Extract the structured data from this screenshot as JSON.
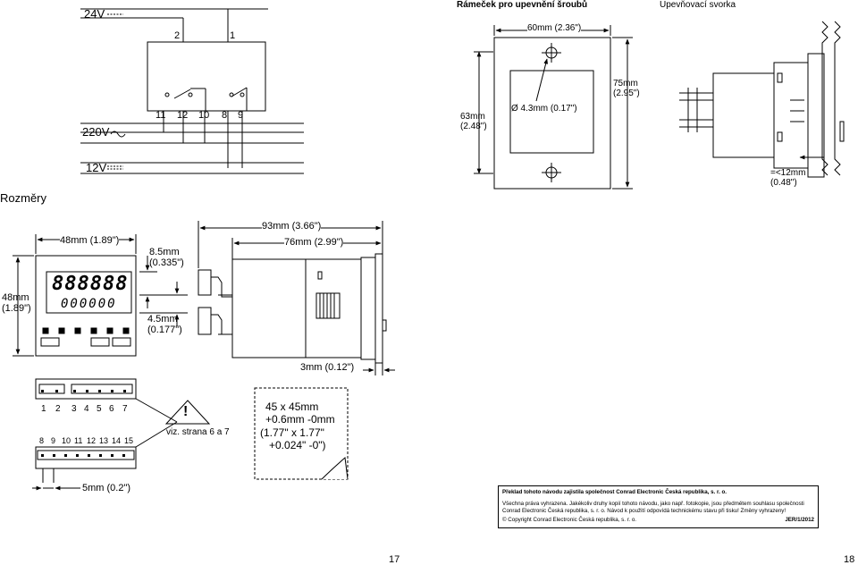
{
  "headings": {
    "frame": "Rámeček pro upevnění šroubů",
    "clamp": "Upevňovací svorka",
    "dimensions": "Rozměry"
  },
  "wiring": {
    "v24": "24V",
    "v220": "220V",
    "v12": "12V",
    "terminal_2": "2",
    "terminal_1": "1",
    "terminals_bottom": [
      "11",
      "12",
      "10",
      "8",
      "9"
    ]
  },
  "frame_dims": {
    "width": "60mm (2.36\")",
    "height": "63mm\n(2.48\")",
    "hole": "Ø 4.3mm (0.17\")",
    "outer_height": "75mm\n(2.95\")",
    "depth": "=<12mm\n(0.48\")"
  },
  "front_view": {
    "width": "48mm (1.89\")",
    "height": "48mm\n(1.89\")",
    "display_top": "888888",
    "display_bottom": "000000",
    "gap_top": "8.5mm\n(0.335\")",
    "gap_bottom": "4.5mm\n(0.177\")"
  },
  "side_view": {
    "total_depth": "93mm (3.66\")",
    "body_depth": "76mm (2.99\")",
    "front_thickness": "3mm (0.12\")"
  },
  "terminal_block": {
    "top_numbers": [
      "1",
      "2",
      "3",
      "4",
      "5",
      "6",
      "7"
    ],
    "bottom_numbers": [
      "8",
      "9",
      "10",
      "11",
      "12",
      "13",
      "14",
      "15"
    ],
    "pitch": "5mm (0.2\")",
    "see_note": "viz. strana 6 a 7"
  },
  "cutout": {
    "line1": "45 x 45mm",
    "line2": "+0.6mm -0mm",
    "line3": "(1.77\" x 1.77\"",
    "line4": "+0.024\" -0\")"
  },
  "footer": {
    "line1": "Překlad tohoto návodu zajistila společnost Conrad Electronic  Česká republika, s. r. o.",
    "line2": "Všechna práva vyhrazena. Jakékoliv druhy kopií tohoto návodu, jako např. fotokopie, jsou předmětem souhlasu společnosti",
    "line3": "Conrad Electronic Česká republika, s. r. o.  Návod k použití odpovídá technickému stavu při tisku! Změny vyhrazeny!",
    "line4": "© Copyright Conrad Electronic Česká republika, s. r. o.",
    "code": "JER/1/2012"
  },
  "page_numbers": {
    "left": "17",
    "right": "18"
  }
}
